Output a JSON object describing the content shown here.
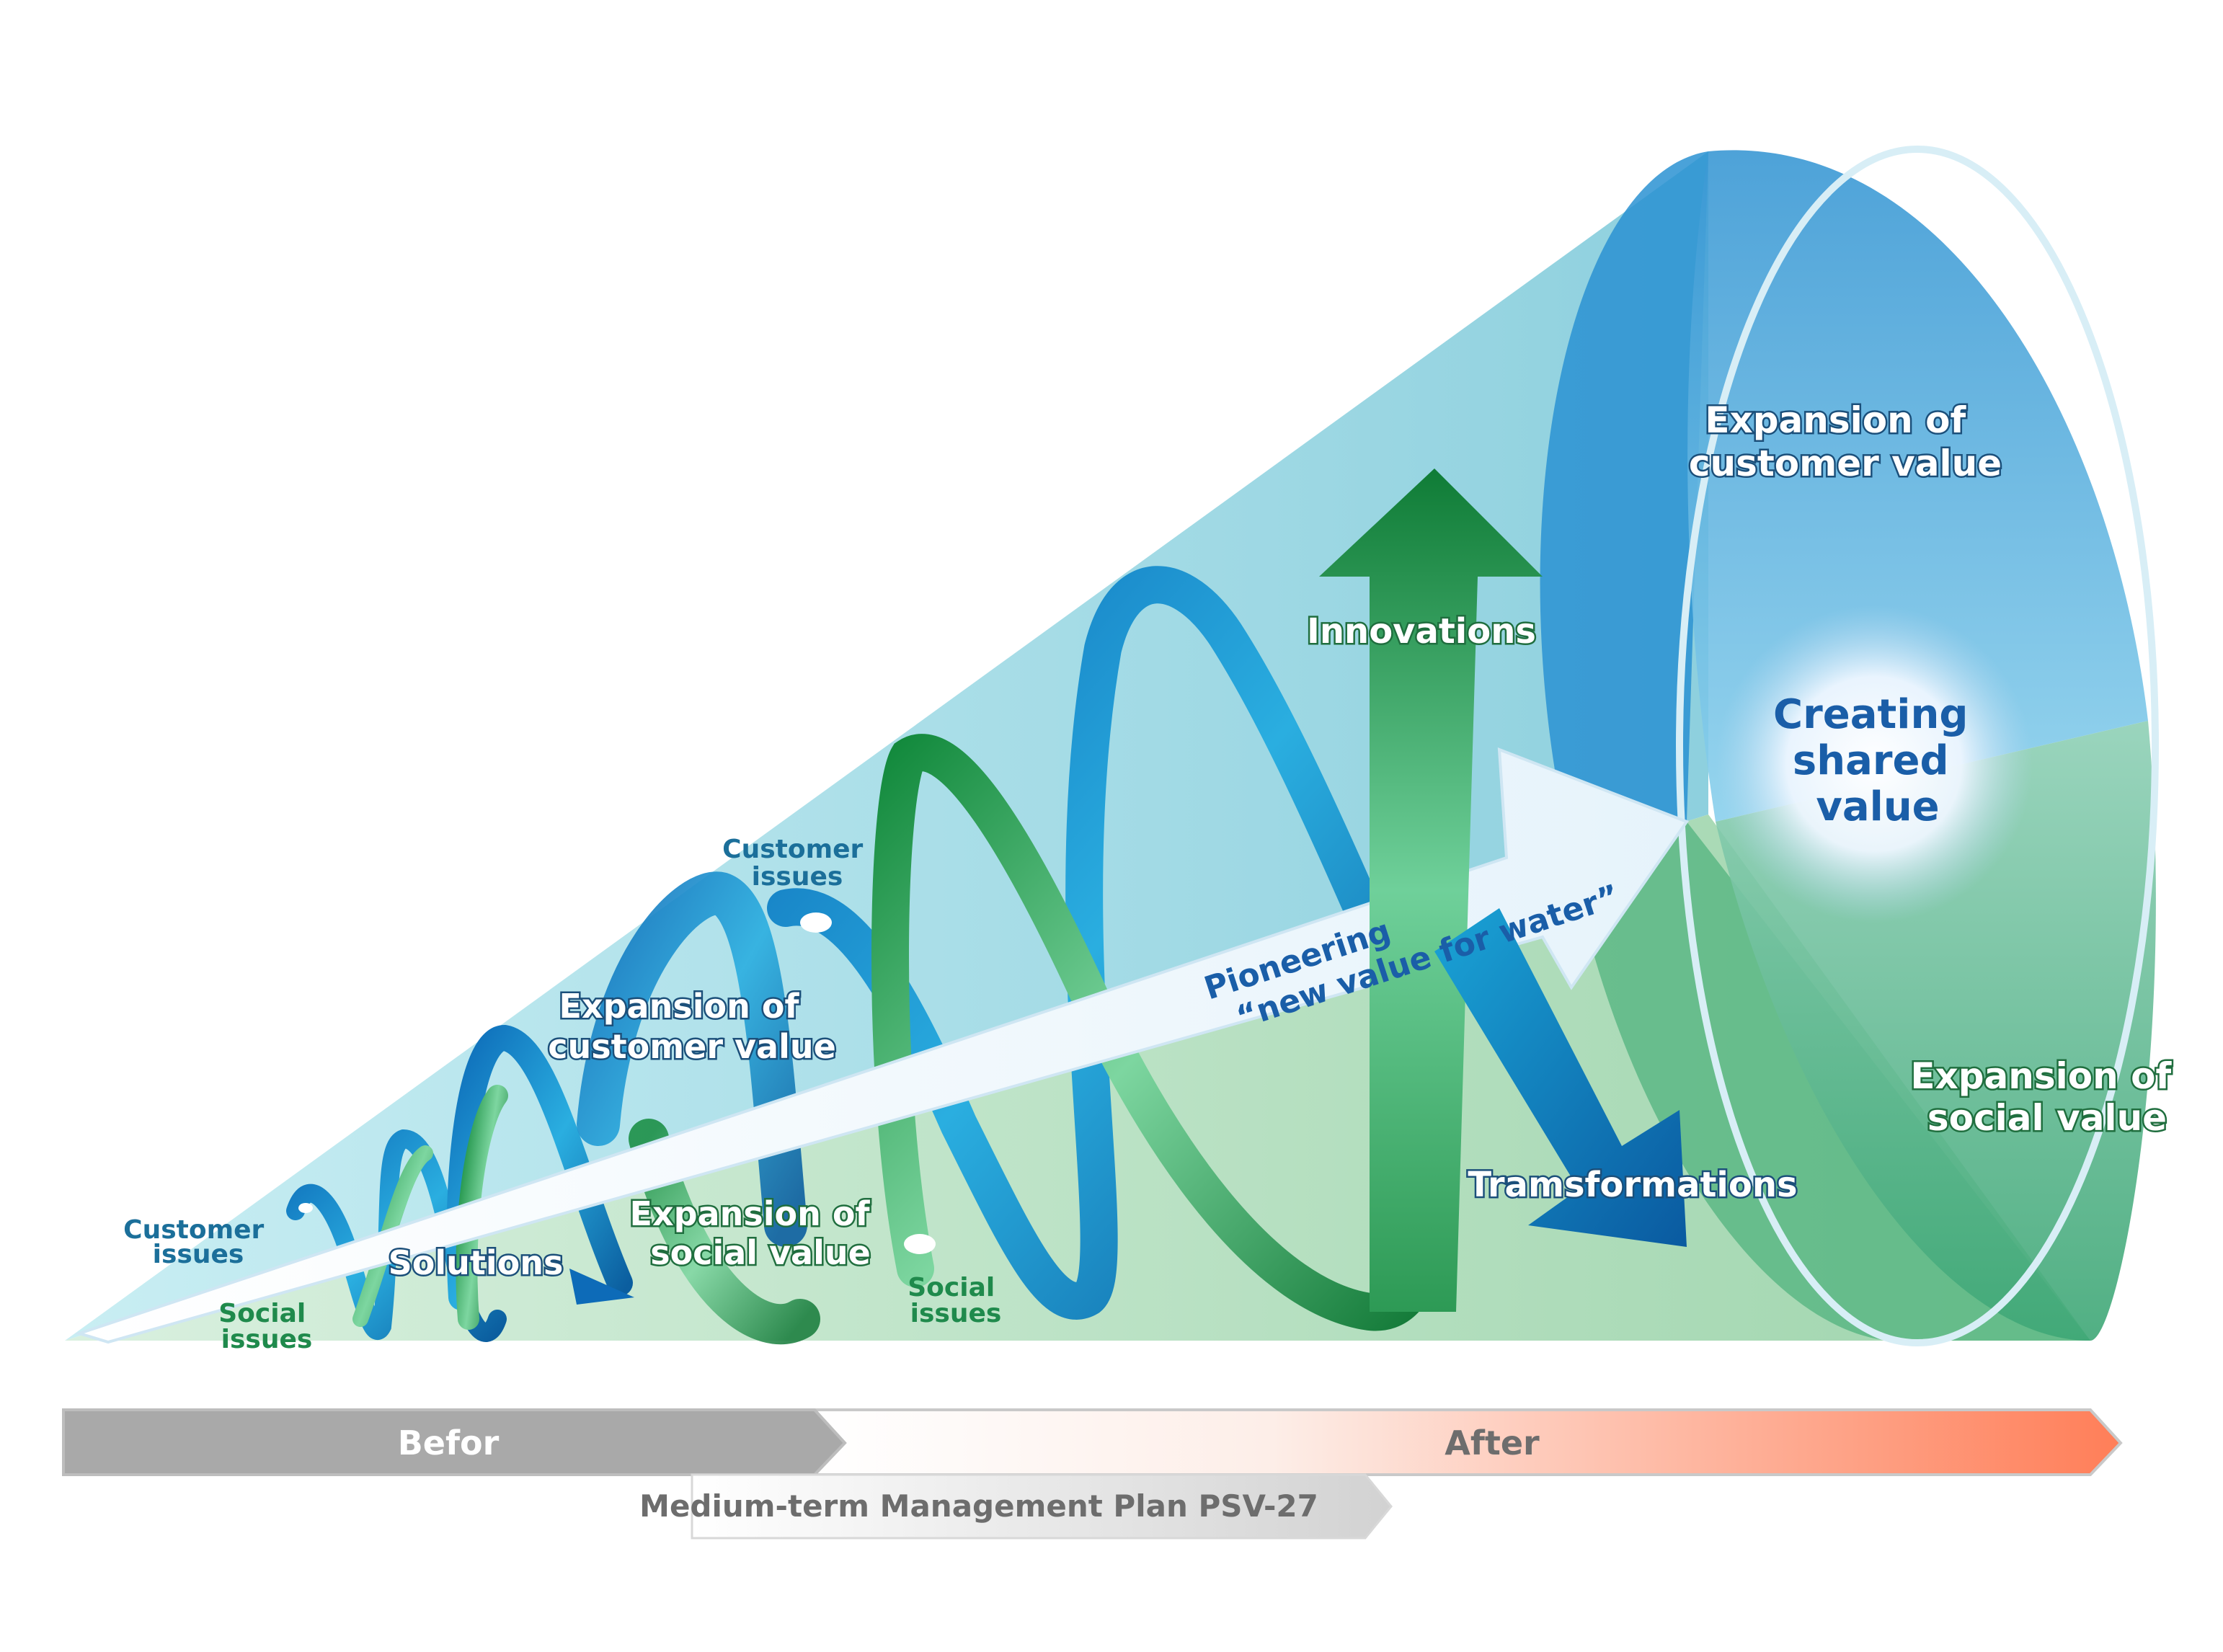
{
  "labels": {
    "customer_issues_1": [
      "Customer",
      "issues"
    ],
    "social_issues_1": [
      "Social",
      "issues"
    ],
    "solutions": "Solutions",
    "expansion_customer_1": [
      "Expansion of",
      "customer value"
    ],
    "expansion_social_1": [
      "Expansion of",
      "social value"
    ],
    "customer_issues_2": [
      "Customer",
      "issues"
    ],
    "social_issues_2": [
      "Social",
      "issues"
    ],
    "pioneering": [
      "Pioneering",
      "“new value for water”"
    ],
    "innovations": "Innovations",
    "transformations": "Tramsformations",
    "expansion_customer_2": [
      "Expansion of",
      "customer value"
    ],
    "creating_shared_value": [
      "Creating",
      "shared",
      "value"
    ],
    "expansion_social_2": [
      "Expansion of",
      "social value"
    ]
  },
  "timeline": {
    "before": "Befor",
    "after": "After",
    "plan": "Medium-term Management Plan PSV-27"
  },
  "colors": {
    "blue": "#1a7fc9",
    "green": "#24a055",
    "cone_top": "#8fd3e3",
    "cone_bottom": "#a8dcb6",
    "after_arrow": "#ff7a55",
    "before_arrow": "#a8a8a8"
  }
}
